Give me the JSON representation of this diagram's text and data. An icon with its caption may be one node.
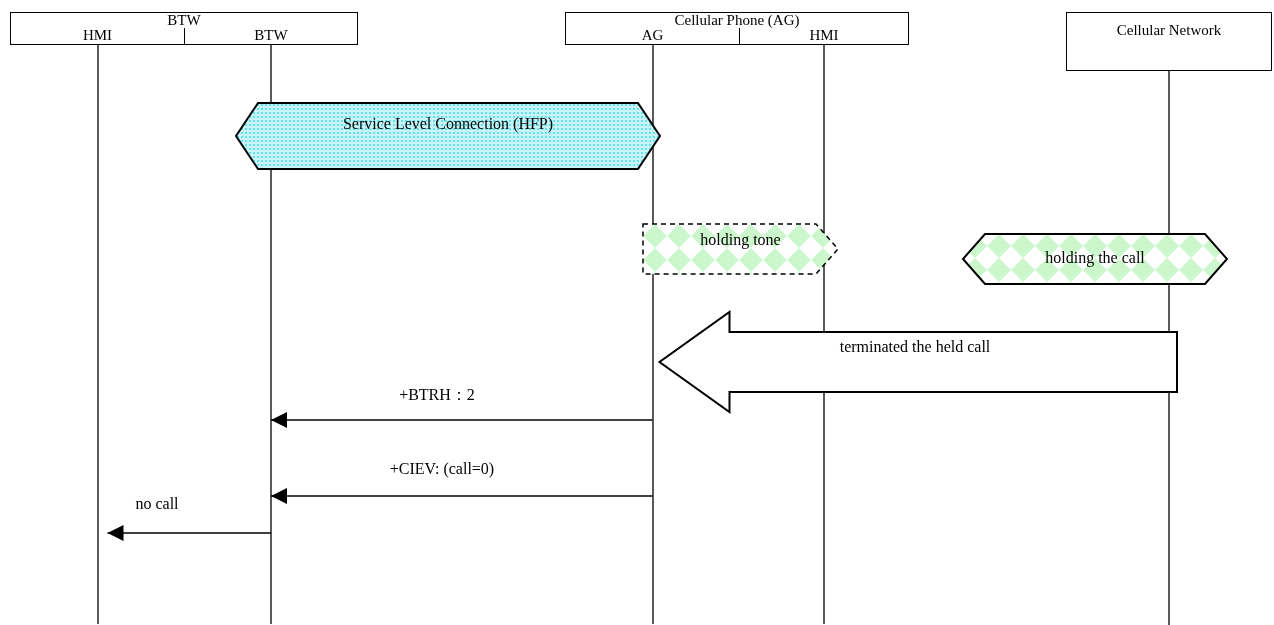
{
  "diagram": {
    "nodes": [
      {
        "text": [
          "BTW"
        ]
      },
      {
        "text": [
          "HMI"
        ]
      },
      {
        "text": [
          "BTW"
        ]
      },
      {
        "text": [
          "Cellular Phone (AG)"
        ]
      },
      {
        "text": [
          "AG"
        ]
      },
      {
        "text": [
          "HMI"
        ]
      },
      {
        "text": [
          "Cellular Network"
        ]
      },
      {
        "text": [
          "Service Level Connection (HFP)"
        ]
      },
      {
        "text": [
          "holding tone"
        ]
      },
      {
        "text": [
          "holding the call"
        ]
      }
    ],
    "edges": [
      {
        "from": 6,
        "to": 4,
        "arrow": "to",
        "label": "terminated the held call",
        "style": "thick"
      },
      {
        "from": 4,
        "to": 2,
        "arrow": "to",
        "label": "+BTRH：2"
      },
      {
        "from": 4,
        "to": 2,
        "arrow": "to",
        "label": "+CIEV: (call=0)"
      },
      {
        "from": 2,
        "to": 1,
        "arrow": "to",
        "label": "no call"
      }
    ]
  }
}
